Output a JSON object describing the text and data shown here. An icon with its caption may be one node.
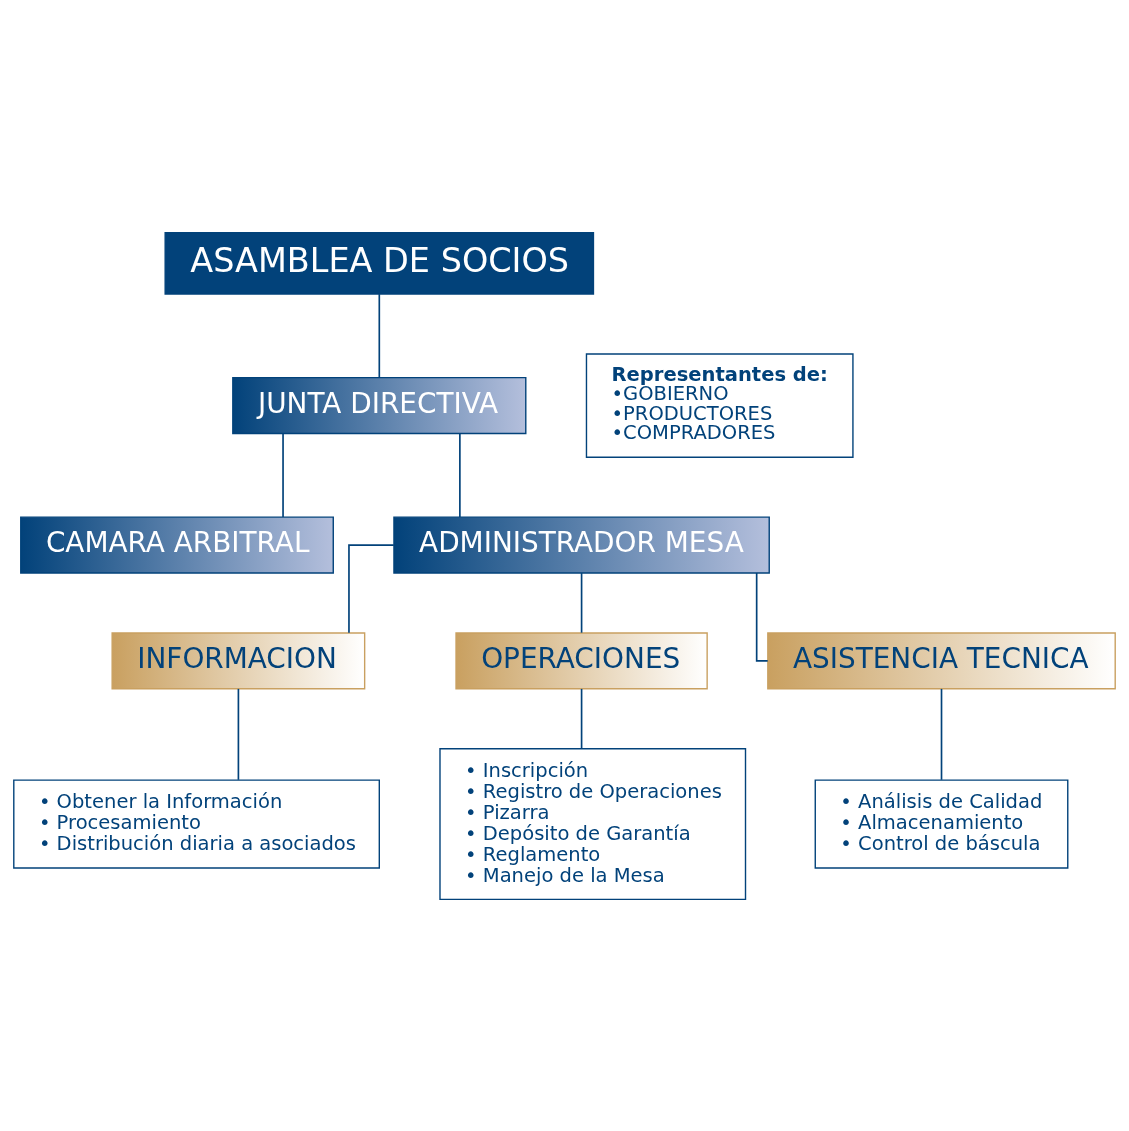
{
  "diagram": {
    "nodes": [
      {
        "text": [
          "ASAMBLEA DE SOCIOS"
        ]
      },
      {
        "text": [
          "JUNTA DIRECTIVA"
        ]
      },
      {
        "text": [
          "Representantes de:",
          "•GOBIERNO",
          "•PRODUCTORES",
          "•COMPRADORES"
        ]
      },
      {
        "text": [
          "CAMARA ARBITRAL"
        ]
      },
      {
        "text": [
          "ADMINISTRADOR MESA"
        ]
      },
      {
        "text": [
          "INFORMACION"
        ]
      },
      {
        "text": [
          "OPERACIONES"
        ]
      },
      {
        "text": [
          "ASISTENCIA TECNICA"
        ]
      },
      {
        "text": [
          "• Obtener la Información",
          "• Procesamiento",
          "• Distribución diaria a asociados"
        ]
      },
      {
        "text": [
          "• Inscripción",
          "• Registro de Operaciones",
          "• Pizarra",
          "• Depósito de Garantía",
          "• Reglamento",
          "• Manejo de la Mesa"
        ]
      },
      {
        "text": [
          "• Análisis de Calidad",
          "• Almacenamiento",
          "• Control de báscula"
        ]
      }
    ],
    "edges": [
      {
        "from": 0,
        "to": 1,
        "arrow": "none"
      },
      {
        "from": 1,
        "to": 4,
        "arrow": "none"
      },
      {
        "from": 1,
        "to": 3,
        "arrow": "none"
      },
      {
        "from": 4,
        "to": 5,
        "arrow": "none"
      },
      {
        "from": 4,
        "to": 6,
        "arrow": "none"
      },
      {
        "from": 4,
        "to": 7,
        "arrow": "none"
      },
      {
        "from": 5,
        "to": 8,
        "arrow": "none"
      },
      {
        "from": 6,
        "to": 9,
        "arrow": "none"
      },
      {
        "from": 7,
        "to": 10,
        "arrow": "none"
      }
    ]
  }
}
